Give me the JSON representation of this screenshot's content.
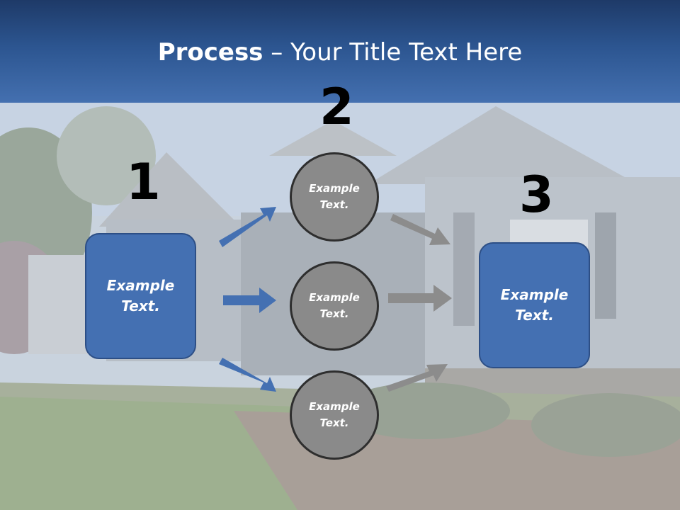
{
  "title": {
    "bold": "Process",
    "rest": " – Your Title Text Here"
  },
  "steps": {
    "n1": "1",
    "n2": "2",
    "n3": "3"
  },
  "left_box": {
    "line1": "Example",
    "line2": "Text."
  },
  "right_box": {
    "line1": "Example",
    "line2": "Text."
  },
  "circles": [
    {
      "line1": "Example",
      "line2": "Text."
    },
    {
      "line1": "Example",
      "line2": "Text."
    },
    {
      "line1": "Example",
      "line2": "Text."
    }
  ],
  "colors": {
    "blue": "#4470b2",
    "gray_arrow": "#8c8c8c",
    "circle_fill": "#8a8a8a",
    "header": "#2c5590"
  }
}
